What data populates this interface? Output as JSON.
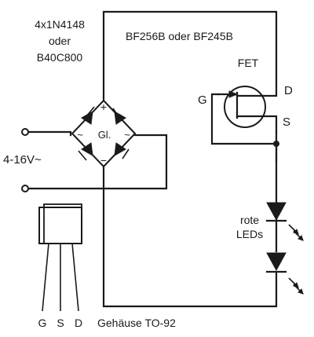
{
  "diagram": {
    "diode_note": [
      "4x1N4148",
      "oder",
      "B40C800"
    ],
    "fet_note": "BF256B oder BF245B",
    "fet_title": "FET",
    "pin_g": "G",
    "pin_d": "D",
    "pin_s": "S",
    "bridge_label": "Gl.",
    "bridge_plus": "+",
    "bridge_minus": "−",
    "bridge_ac_left": "~",
    "bridge_ac_right": "~",
    "supply": "4-16V~",
    "led_note": [
      "rote",
      "LEDs"
    ],
    "package_pins": [
      "G",
      "S",
      "D"
    ],
    "package_note": "Gehäuse TO-92"
  }
}
